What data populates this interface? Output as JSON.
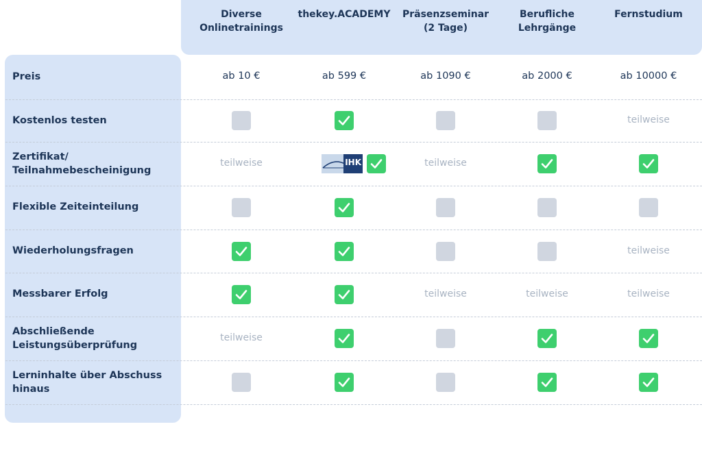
{
  "columns": [
    {
      "label": "Diverse\nOnlinetrainings"
    },
    {
      "label": "thekey.ACADEMY"
    },
    {
      "label": "Präsenzseminar\n(2 Tage)"
    },
    {
      "label": "Berufliche\nLehrgänge"
    },
    {
      "label": "Fernstudium"
    }
  ],
  "partial_text": "teilweise",
  "logo_text": "IHK",
  "colors": {
    "band": "#d7e4f7",
    "check": "#3ecf6e",
    "empty": "#d0d6e0",
    "partial_text": "#a8b3c2",
    "text": "#1d3557"
  },
  "rows": [
    {
      "label": "Preis",
      "cells": [
        {
          "type": "text",
          "value": "ab 10 €"
        },
        {
          "type": "text",
          "value": "ab 599 €"
        },
        {
          "type": "text",
          "value": "ab 1090 €"
        },
        {
          "type": "text",
          "value": "ab 2000 €"
        },
        {
          "type": "text",
          "value": "ab 10000 €"
        }
      ]
    },
    {
      "label": "Kostenlos testen",
      "cells": [
        {
          "type": "empty"
        },
        {
          "type": "check"
        },
        {
          "type": "empty"
        },
        {
          "type": "empty"
        },
        {
          "type": "partial"
        }
      ]
    },
    {
      "label": "Zertifikat/\nTeilnahmebescheinigung",
      "cells": [
        {
          "type": "partial"
        },
        {
          "type": "ihk-check"
        },
        {
          "type": "partial"
        },
        {
          "type": "check"
        },
        {
          "type": "check"
        }
      ]
    },
    {
      "label": "Flexible Zeiteinteilung",
      "cells": [
        {
          "type": "empty"
        },
        {
          "type": "check"
        },
        {
          "type": "empty"
        },
        {
          "type": "empty"
        },
        {
          "type": "empty"
        }
      ]
    },
    {
      "label": "Wiederholungsfragen",
      "cells": [
        {
          "type": "check"
        },
        {
          "type": "check"
        },
        {
          "type": "empty"
        },
        {
          "type": "empty"
        },
        {
          "type": "partial"
        }
      ]
    },
    {
      "label": "Messbarer Erfolg",
      "cells": [
        {
          "type": "check"
        },
        {
          "type": "check"
        },
        {
          "type": "partial"
        },
        {
          "type": "partial"
        },
        {
          "type": "partial"
        }
      ]
    },
    {
      "label": "Abschließende\nLeistungsüberprüfung",
      "cells": [
        {
          "type": "partial"
        },
        {
          "type": "check"
        },
        {
          "type": "empty"
        },
        {
          "type": "check"
        },
        {
          "type": "check"
        }
      ]
    },
    {
      "label": "Lerninhalte über Abschuss\nhinaus",
      "cells": [
        {
          "type": "empty"
        },
        {
          "type": "check"
        },
        {
          "type": "empty"
        },
        {
          "type": "check"
        },
        {
          "type": "check"
        }
      ]
    }
  ]
}
